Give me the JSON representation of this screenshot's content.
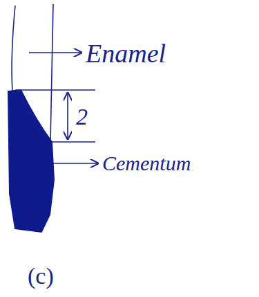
{
  "diagram": {
    "caption": "(c)",
    "labels": [
      "Enamel",
      "2",
      "Cementum"
    ]
  }
}
